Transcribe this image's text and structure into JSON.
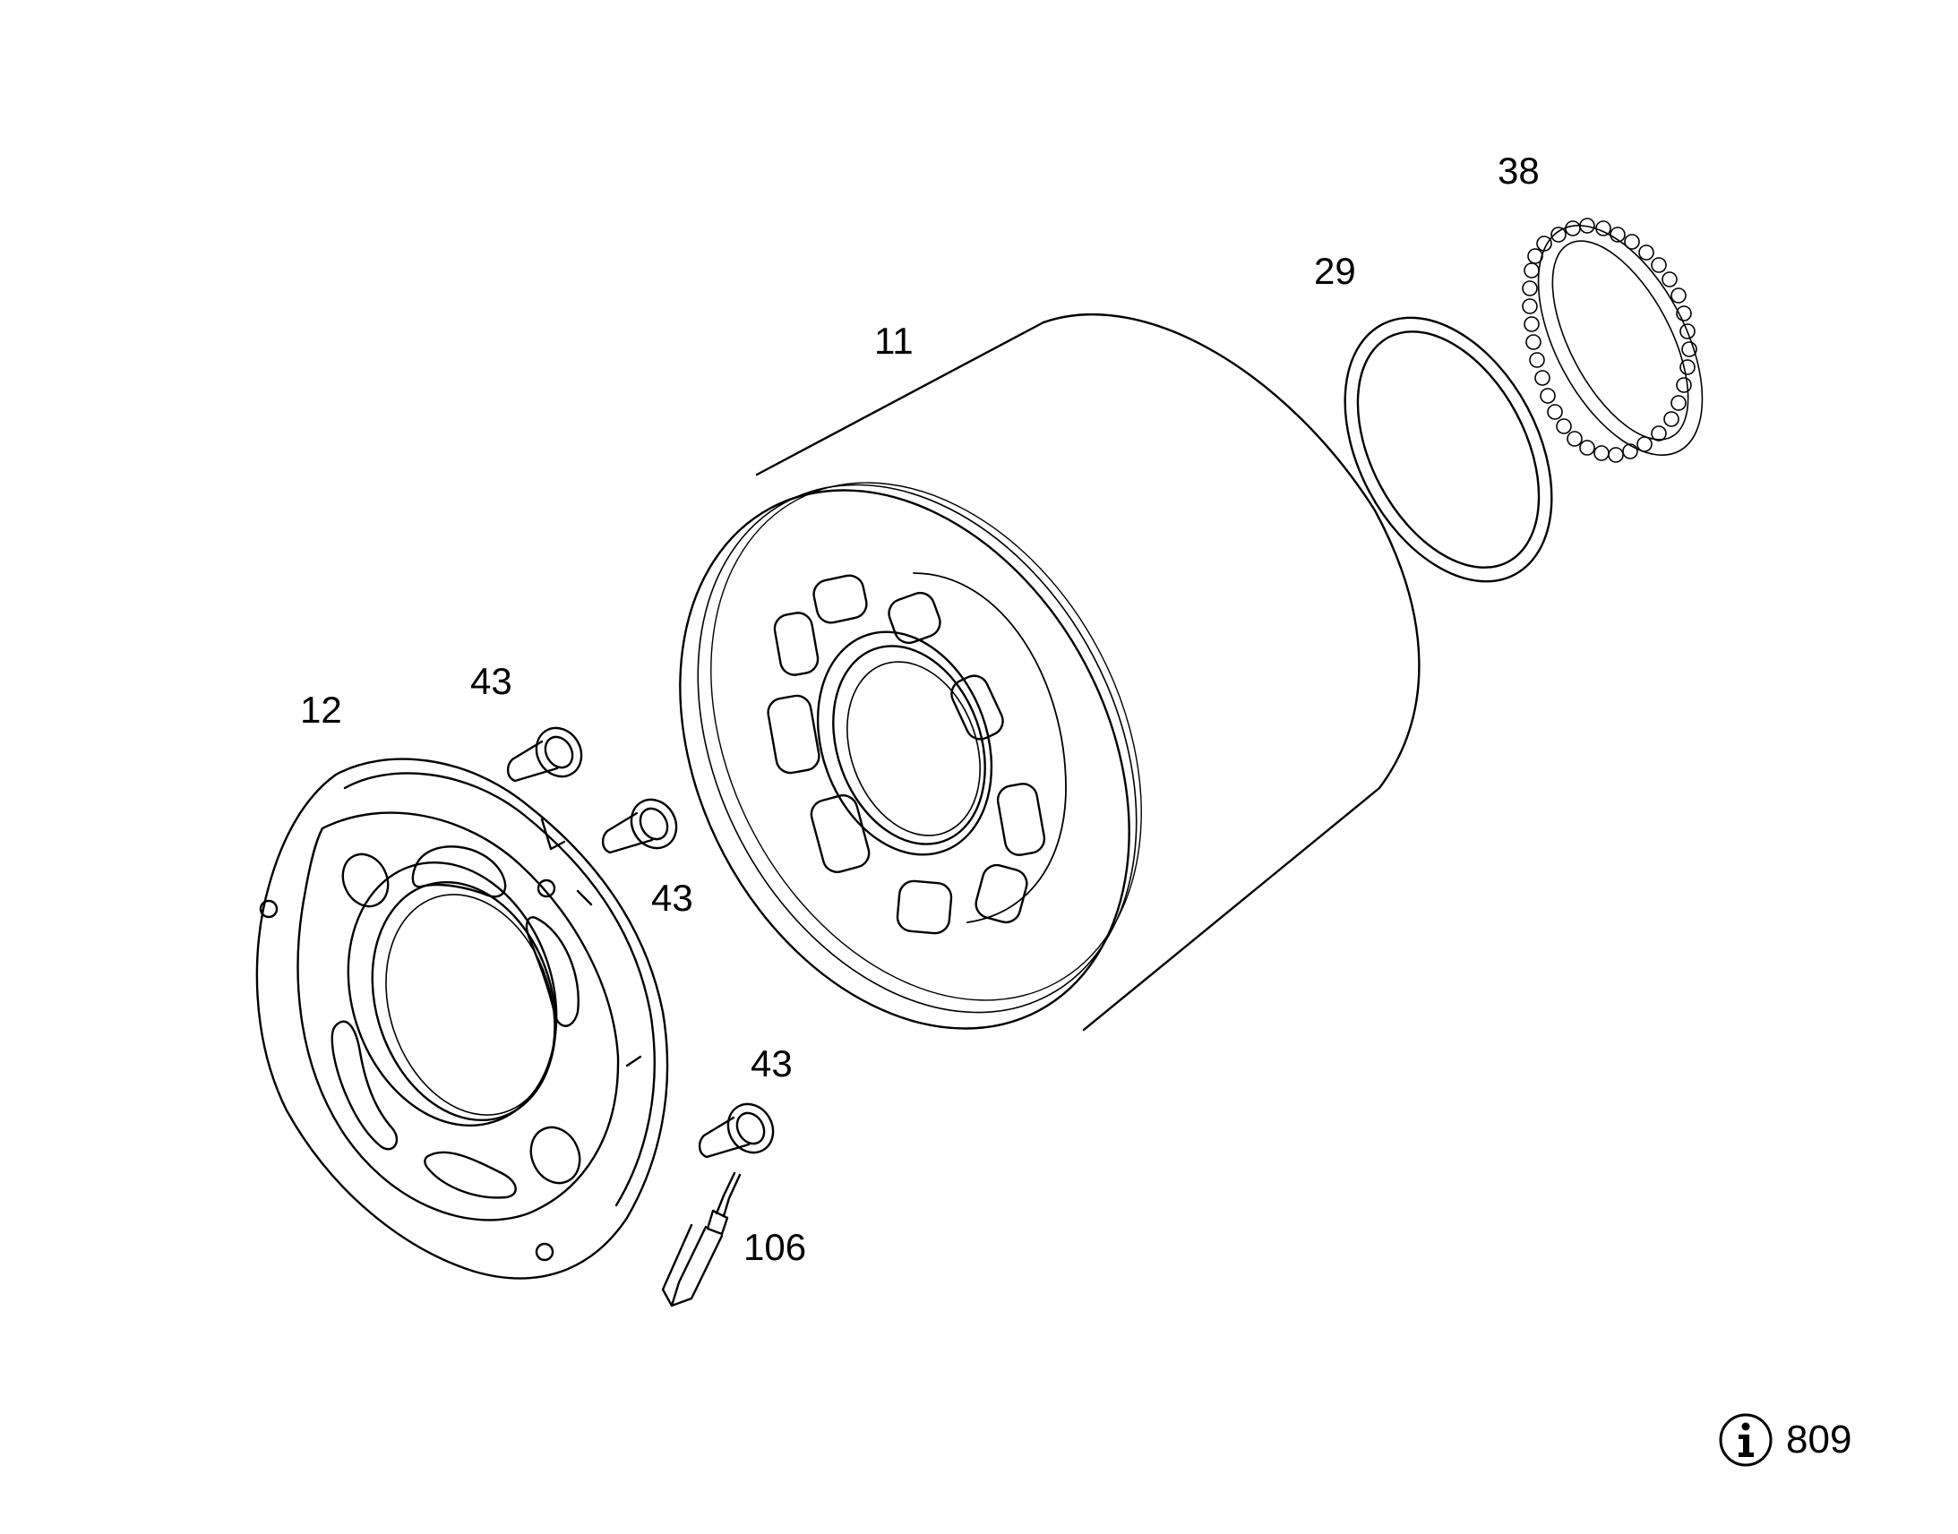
{
  "diagram": {
    "callouts": {
      "part_38": "38",
      "part_29": "29",
      "part_11": "11",
      "part_12": "12",
      "part_43_a": "43",
      "part_43_b": "43",
      "part_43_c": "43",
      "part_106": "106"
    },
    "info": {
      "icon": "info-icon",
      "code": "809"
    },
    "colors": {
      "line": "#000000",
      "background": "#ffffff"
    }
  }
}
